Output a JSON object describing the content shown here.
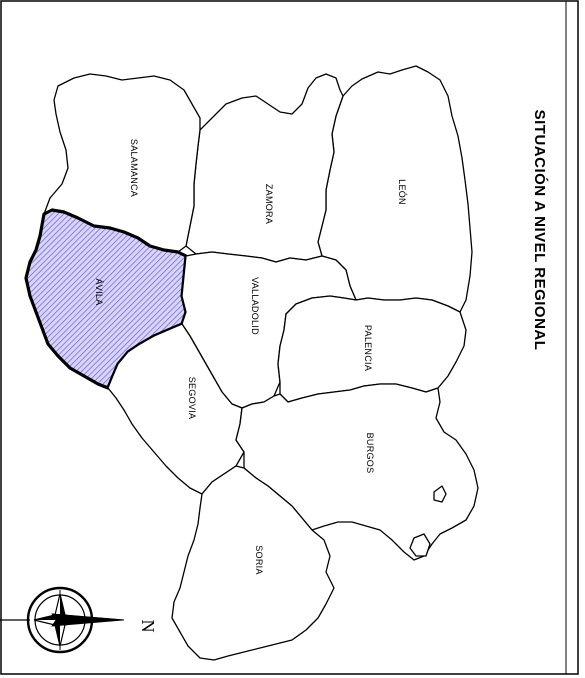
{
  "map": {
    "title": "SITUACIÓN A NIVEL REGIONAL",
    "highlight_color": "#b3aaf0",
    "provinces": {
      "leon": "LEÓN",
      "zamora": "ZAMORA",
      "salamanca": "SALAMANCA",
      "avila": "ÁVILA",
      "valladolid": "VALLADOLID",
      "palencia": "PALENCIA",
      "segovia": "SEGOVIA",
      "burgos": "BURGOS",
      "soria": "SORIA"
    },
    "highlighted_province": "ÁVILA",
    "compass": {
      "north_label": "N",
      "icon": "north-arrow-compass-icon"
    }
  }
}
